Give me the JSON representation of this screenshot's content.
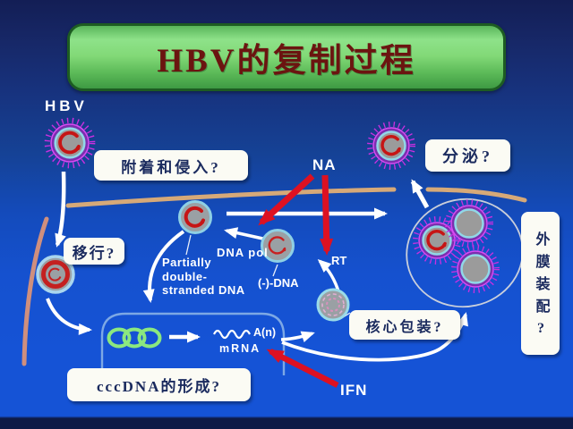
{
  "title": {
    "text": "HBV的复制过程"
  },
  "labels": {
    "hbv": "HBV",
    "na": "NA",
    "rt": "RT",
    "ifn": "IFN",
    "dna_pol": "DNA pol",
    "minus_dna": "(-)-DNA",
    "partially_1": "Partially",
    "partially_2": "double-",
    "partially_3": "stranded DNA",
    "a_n": "A(n)",
    "mrna": "mRNA"
  },
  "boxes": {
    "attach_invade": "附着和侵入?",
    "migrate": "移行?",
    "secrete": "分泌?",
    "core_packaging": "核心包装?",
    "cccdna_formation": "cccDNA的形成?",
    "envelope_assembly": "外膜装配?"
  },
  "colors": {
    "background_top": "#131e55",
    "background_main": "#1553d6",
    "title_banner_green": "#82d977",
    "title_border_green": "#1d5c22",
    "title_text_red": "#6b1410",
    "step_box_bg": "#fbfbf4",
    "step_box_text": "#1a2a5e",
    "membrane_tan": "#d6a978",
    "membrane_left_salmon": "#cf8f7e",
    "arrow_white": "#ffffff",
    "inhibitor_arrow_red": "#dd1122",
    "virion_spike_magenta": "#c92fe0",
    "virion_body_purple": "#7a2fae",
    "capsid_ring_cyan": "#8fd0e4",
    "capsid_body_gray": "#9aa0a4",
    "dna_swirl_red": "#c61515",
    "cccdna_green": "#8be87f",
    "nucleus_outline_blue": "#8fb7e8"
  }
}
